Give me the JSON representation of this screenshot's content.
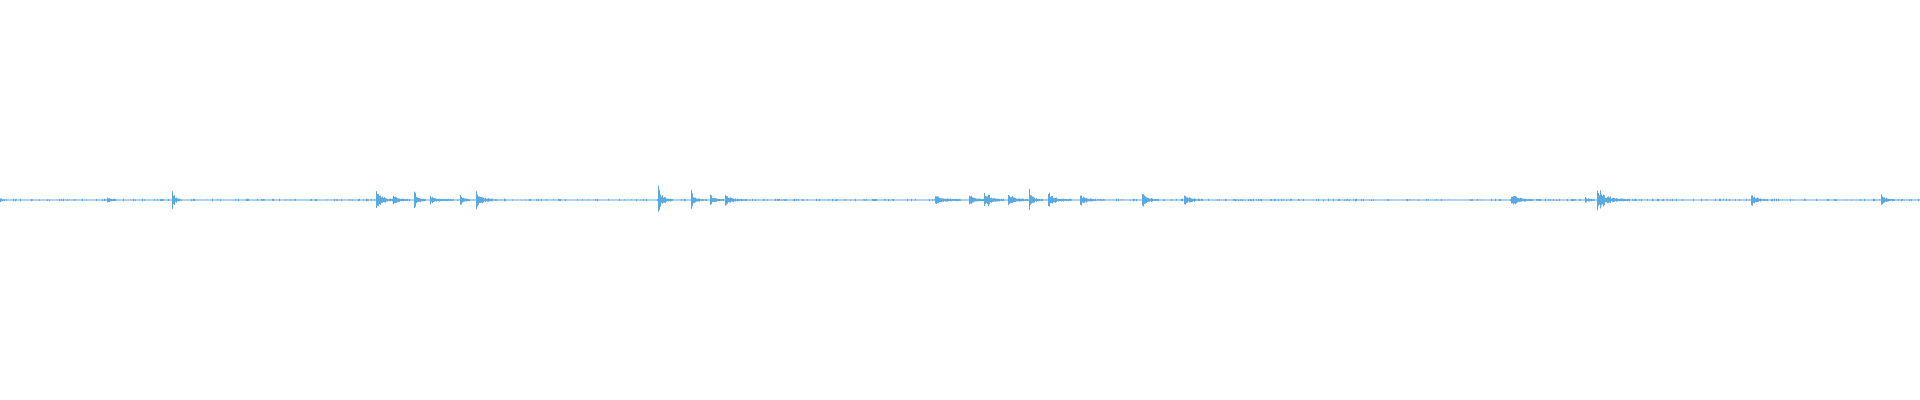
{
  "waveform": {
    "color": "#5aa9e0",
    "background": "#ffffff",
    "bursts": [
      {
        "start": 0.0,
        "end": 0.002,
        "amp": 0.012
      },
      {
        "start": 0.056,
        "end": 0.06,
        "amp": 0.018
      },
      {
        "start": 0.09,
        "end": 0.094,
        "amp": 0.065
      },
      {
        "start": 0.196,
        "end": 0.205,
        "amp": 0.075
      },
      {
        "start": 0.205,
        "end": 0.212,
        "amp": 0.03
      },
      {
        "start": 0.216,
        "end": 0.221,
        "amp": 0.055
      },
      {
        "start": 0.224,
        "end": 0.235,
        "amp": 0.028
      },
      {
        "start": 0.24,
        "end": 0.244,
        "amp": 0.05
      },
      {
        "start": 0.248,
        "end": 0.258,
        "amp": 0.06
      },
      {
        "start": 0.343,
        "end": 0.35,
        "amp": 0.09
      },
      {
        "start": 0.36,
        "end": 0.366,
        "amp": 0.06
      },
      {
        "start": 0.37,
        "end": 0.376,
        "amp": 0.045
      },
      {
        "start": 0.378,
        "end": 0.388,
        "amp": 0.035
      },
      {
        "start": 0.487,
        "end": 0.5,
        "amp": 0.03
      },
      {
        "start": 0.505,
        "end": 0.512,
        "amp": 0.05
      },
      {
        "start": 0.513,
        "end": 0.522,
        "amp": 0.065
      },
      {
        "start": 0.525,
        "end": 0.535,
        "amp": 0.04
      },
      {
        "start": 0.536,
        "end": 0.542,
        "amp": 0.075
      },
      {
        "start": 0.546,
        "end": 0.556,
        "amp": 0.045
      },
      {
        "start": 0.563,
        "end": 0.575,
        "amp": 0.03
      },
      {
        "start": 0.595,
        "end": 0.603,
        "amp": 0.045
      },
      {
        "start": 0.617,
        "end": 0.626,
        "amp": 0.035
      },
      {
        "start": 0.787,
        "end": 0.798,
        "amp": 0.04
      },
      {
        "start": 0.826,
        "end": 0.83,
        "amp": 0.02
      },
      {
        "start": 0.832,
        "end": 0.848,
        "amp": 0.075
      },
      {
        "start": 0.912,
        "end": 0.92,
        "amp": 0.035
      },
      {
        "start": 0.98,
        "end": 0.986,
        "amp": 0.035
      }
    ]
  }
}
